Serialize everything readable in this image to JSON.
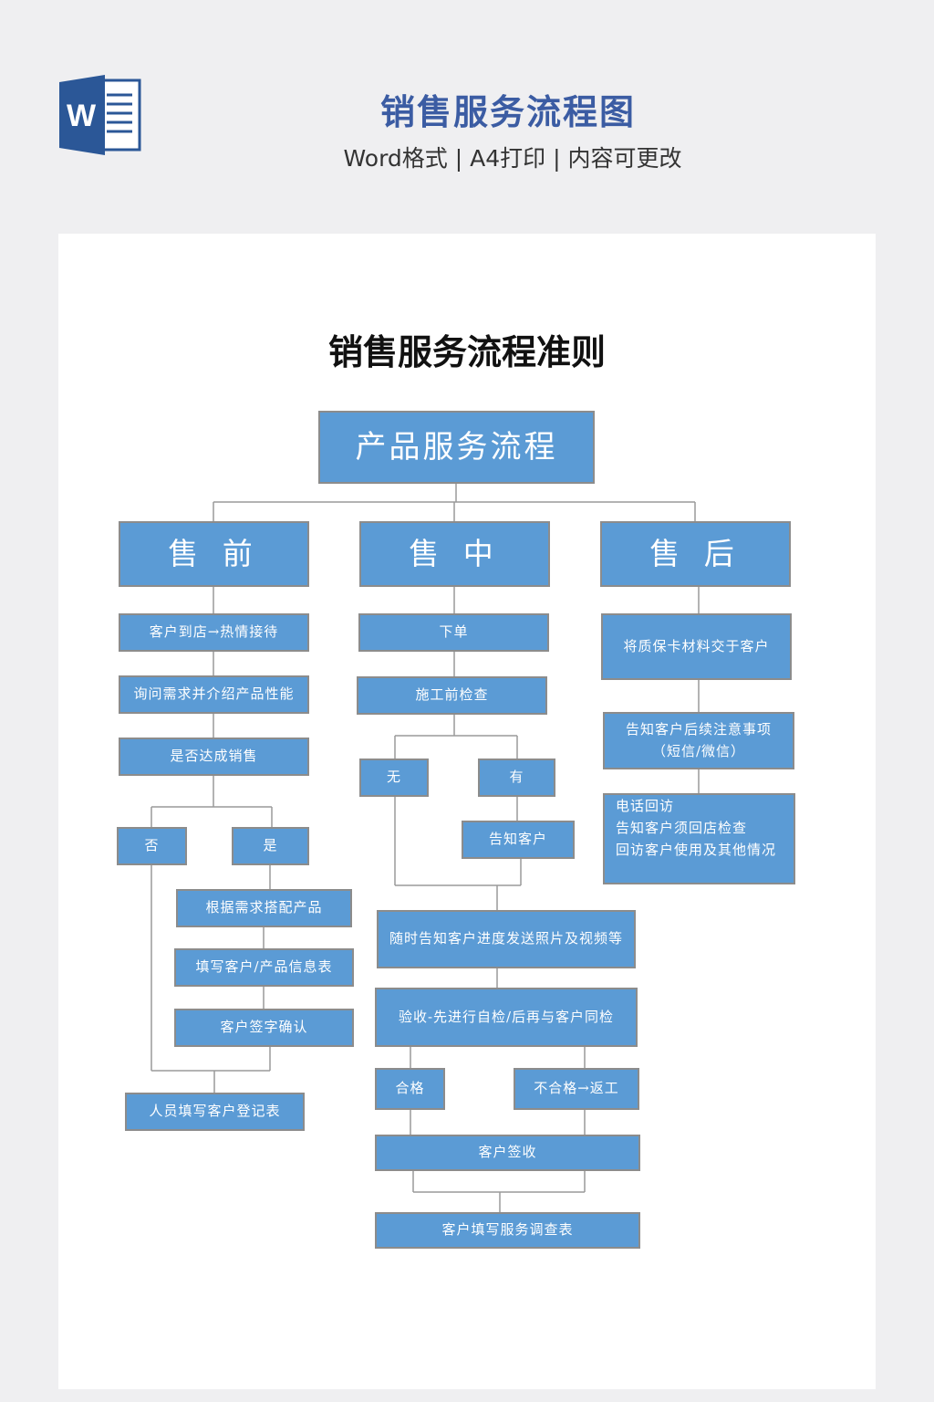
{
  "header": {
    "title": "销售服务流程图",
    "subtitle": "Word格式 | A4打印 | 内容可更改",
    "logo_letter": "W"
  },
  "document": {
    "title": "销售服务流程准则"
  },
  "flow": {
    "root": "产品服务流程",
    "pre_sale": {
      "title": "售 前",
      "steps": [
        "客户到店→热情接待",
        "询问需求并介绍产品性能",
        "是否达成销售"
      ],
      "no": "否",
      "yes": "是",
      "yes_steps": [
        "根据需求搭配产品",
        "填写客户/产品信息表",
        "客户签字确认"
      ],
      "final": "人员填写客户登记表"
    },
    "in_sale": {
      "title": "售 中",
      "steps": [
        "下单",
        "施工前检查"
      ],
      "none": "无",
      "has": "有",
      "notify": "告知客户",
      "progress": "随时告知客户进度发送照片及视频等",
      "inspect": "验收-先进行自检/后再与客户同检",
      "pass": "合格",
      "fail": "不合格→返工",
      "sign": "客户签收",
      "survey": "客户填写服务调查表"
    },
    "after_sale": {
      "title": "售 后",
      "step1": "将质保卡材料交于客户",
      "step2_line1": "告知客户后续注意事项",
      "step2_line2": "（短信/微信）",
      "step3": [
        "电话回访",
        "告知客户须回店检查",
        "回访客户使用及其他情况"
      ]
    }
  }
}
